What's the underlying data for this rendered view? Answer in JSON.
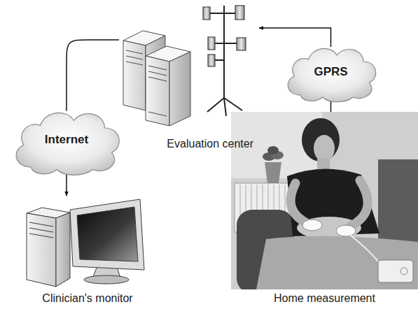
{
  "diagram": {
    "nodes": [
      {
        "text": [
          "Evaluation center"
        ]
      },
      {
        "text": [
          "GPRS"
        ]
      },
      {
        "text": [
          "Internet"
        ]
      },
      {
        "text": [
          "Clinician's monitor"
        ]
      },
      {
        "text": [
          "Home measurement"
        ]
      }
    ],
    "edges": [
      {
        "from": 0,
        "to": 2,
        "arrow": "none"
      },
      {
        "from": 2,
        "to": 3,
        "arrow": "to"
      },
      {
        "from": 4,
        "to": 1,
        "arrow": "none"
      },
      {
        "from": 1,
        "to": 0,
        "arrow": "to"
      }
    ]
  }
}
